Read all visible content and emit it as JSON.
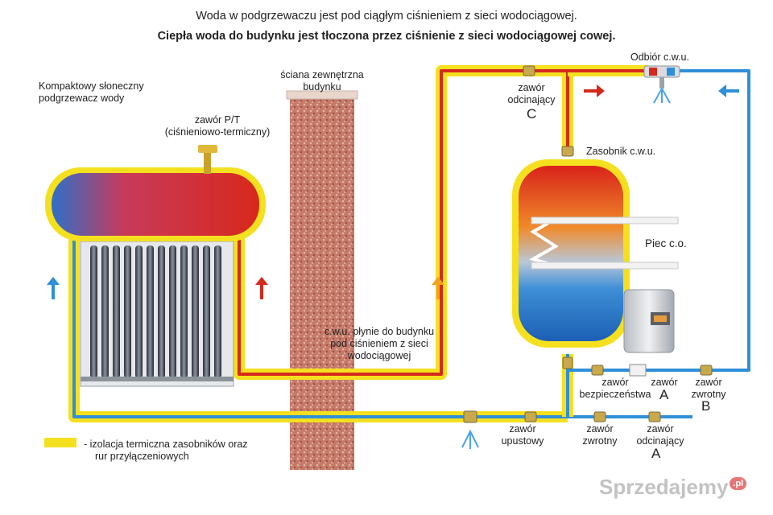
{
  "heading": {
    "line1": "Woda w podgrzewaczu jest pod ciągłym ciśnieniem z sieci wodociągowej.",
    "line2": "Ciepła woda do budynku jest tłoczona przez ciśnienie z sieci wodociągowej cowej."
  },
  "labels": {
    "heater_line1": "Kompaktowy słoneczny",
    "heater_line2": "podgrzewacz wody",
    "pt_valve_line1": "zawór P/T",
    "pt_valve_line2": "(ciśnieniowo-termiczny)",
    "wall_line1": "ściana zewnętrzna",
    "wall_line2": "budynku",
    "flow_line1": "c.w.u. płynie do budynku",
    "flow_line2": "pod ciśnieniem z sieci",
    "flow_line3": "wodociągowej",
    "outlet": "Odbiór c.w.u.",
    "cutoff_c_line1": "zawór",
    "cutoff_c_line2": "odcinający",
    "letter_c": "C",
    "tank": "Zasobnik c.w.u.",
    "boiler": "Piec c.o.",
    "safety_line1": "zawór",
    "safety_line2": "bezpieczeństwa",
    "valve_a_top": "zawór",
    "letter_a_top": "A",
    "check_b_line1": "zawór",
    "check_b_line2": "zwrotny",
    "letter_b": "B",
    "drain_line1": "zawór",
    "drain_line2": "upustowy",
    "check_line1": "zawór",
    "check_line2": "zwrotny",
    "cutoff_a_line1": "zawór",
    "cutoff_a_line2": "odcinający",
    "letter_a_bottom": "A",
    "legend_line1": "- izolacja termiczna zasobników oraz",
    "legend_line2": "rur przyłączeniowych",
    "watermark": "Sprzedajemy",
    "watermark_badge": ".pl"
  },
  "colors": {
    "insulation": "#f5e020",
    "hot": "#d42a1c",
    "cold": "#2f8fd8",
    "wall": "#c0705e"
  }
}
